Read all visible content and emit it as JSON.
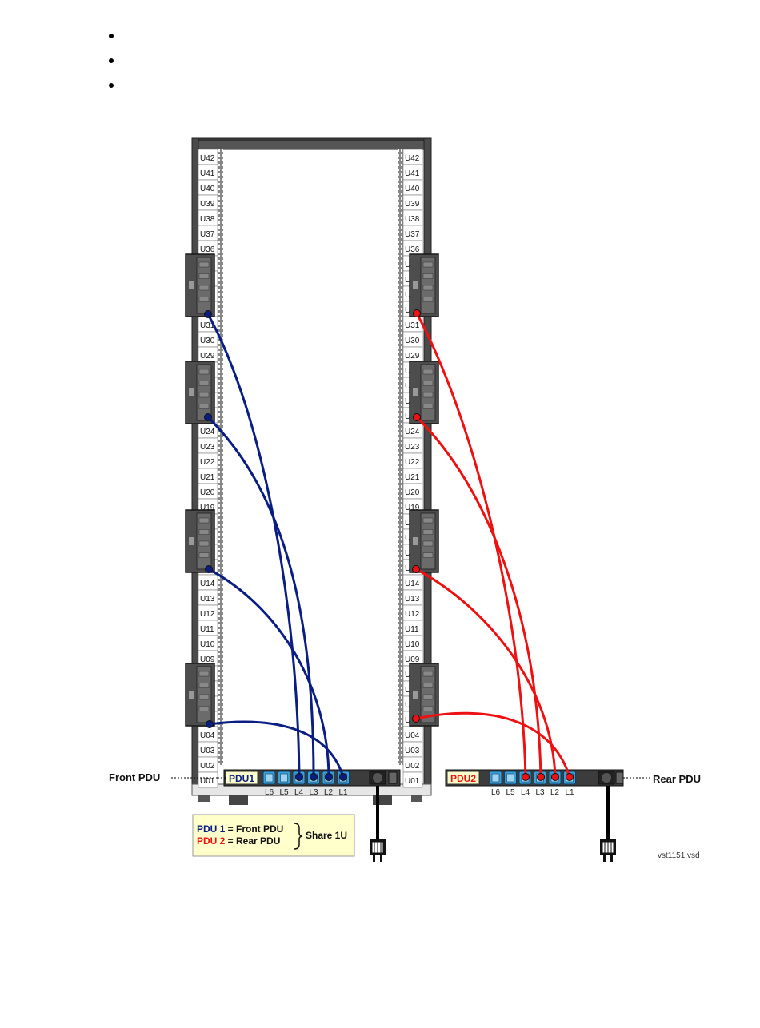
{
  "bullets": [
    "",
    "",
    ""
  ],
  "units": [
    "U42",
    "U41",
    "U40",
    "U39",
    "U38",
    "U37",
    "U36",
    "U35",
    "U34",
    "U33",
    "U32",
    "U31",
    "U30",
    "U29",
    "U28",
    "U27",
    "U26",
    "U25",
    "U24",
    "U23",
    "U22",
    "U21",
    "U20",
    "U19",
    "U18",
    "U17",
    "U16",
    "U15",
    "U14",
    "U13",
    "U12",
    "U11",
    "U10",
    "U09",
    "U08",
    "U07",
    "U06",
    "U05",
    "U04",
    "U03",
    "U02",
    "U01"
  ],
  "front_pdu": {
    "callout": "Front PDU",
    "label": "PDU1",
    "color": "#0a1d82",
    "outlets": [
      "L6",
      "L5",
      "L4",
      "L3",
      "L2",
      "L1"
    ]
  },
  "rear_pdu": {
    "callout": "Rear PDU",
    "label": "PDU2",
    "color": "#ee1111",
    "outlets": [
      "L6",
      "L5",
      "L4",
      "L3",
      "L2",
      "L1"
    ]
  },
  "legend": {
    "line1_pdu": "PDU 1",
    "line1_rest": " = Front PDU",
    "line2_pdu": "PDU 2",
    "line2_rest": " = Rear PDU",
    "share": "Share 1U"
  },
  "figure_id": "vst1151.vsd"
}
